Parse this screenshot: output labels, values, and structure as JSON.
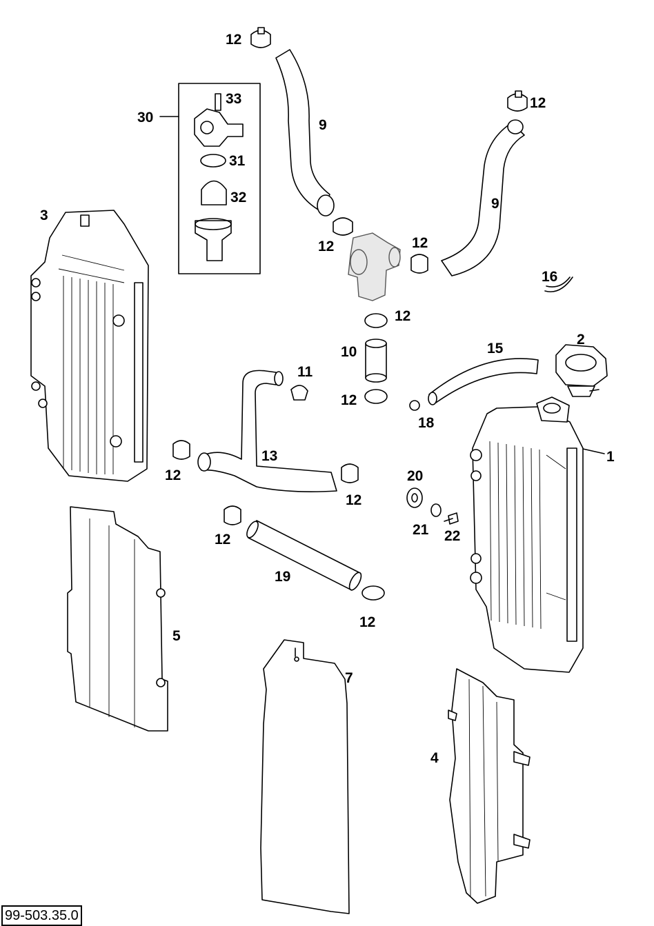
{
  "callouts": {
    "c1": "1",
    "c2": "2",
    "c3": "3",
    "c4": "4",
    "c5": "5",
    "c7": "7",
    "c9": "9",
    "c10": "10",
    "c11": "11",
    "c12": "12",
    "c13": "13",
    "c15": "15",
    "c16": "16",
    "c18": "18",
    "c19": "19",
    "c20": "20",
    "c21": "21",
    "c22": "22",
    "c30": "30",
    "c31": "31",
    "c32": "32",
    "c33": "33"
  },
  "reference_code": "99-503.35.0"
}
